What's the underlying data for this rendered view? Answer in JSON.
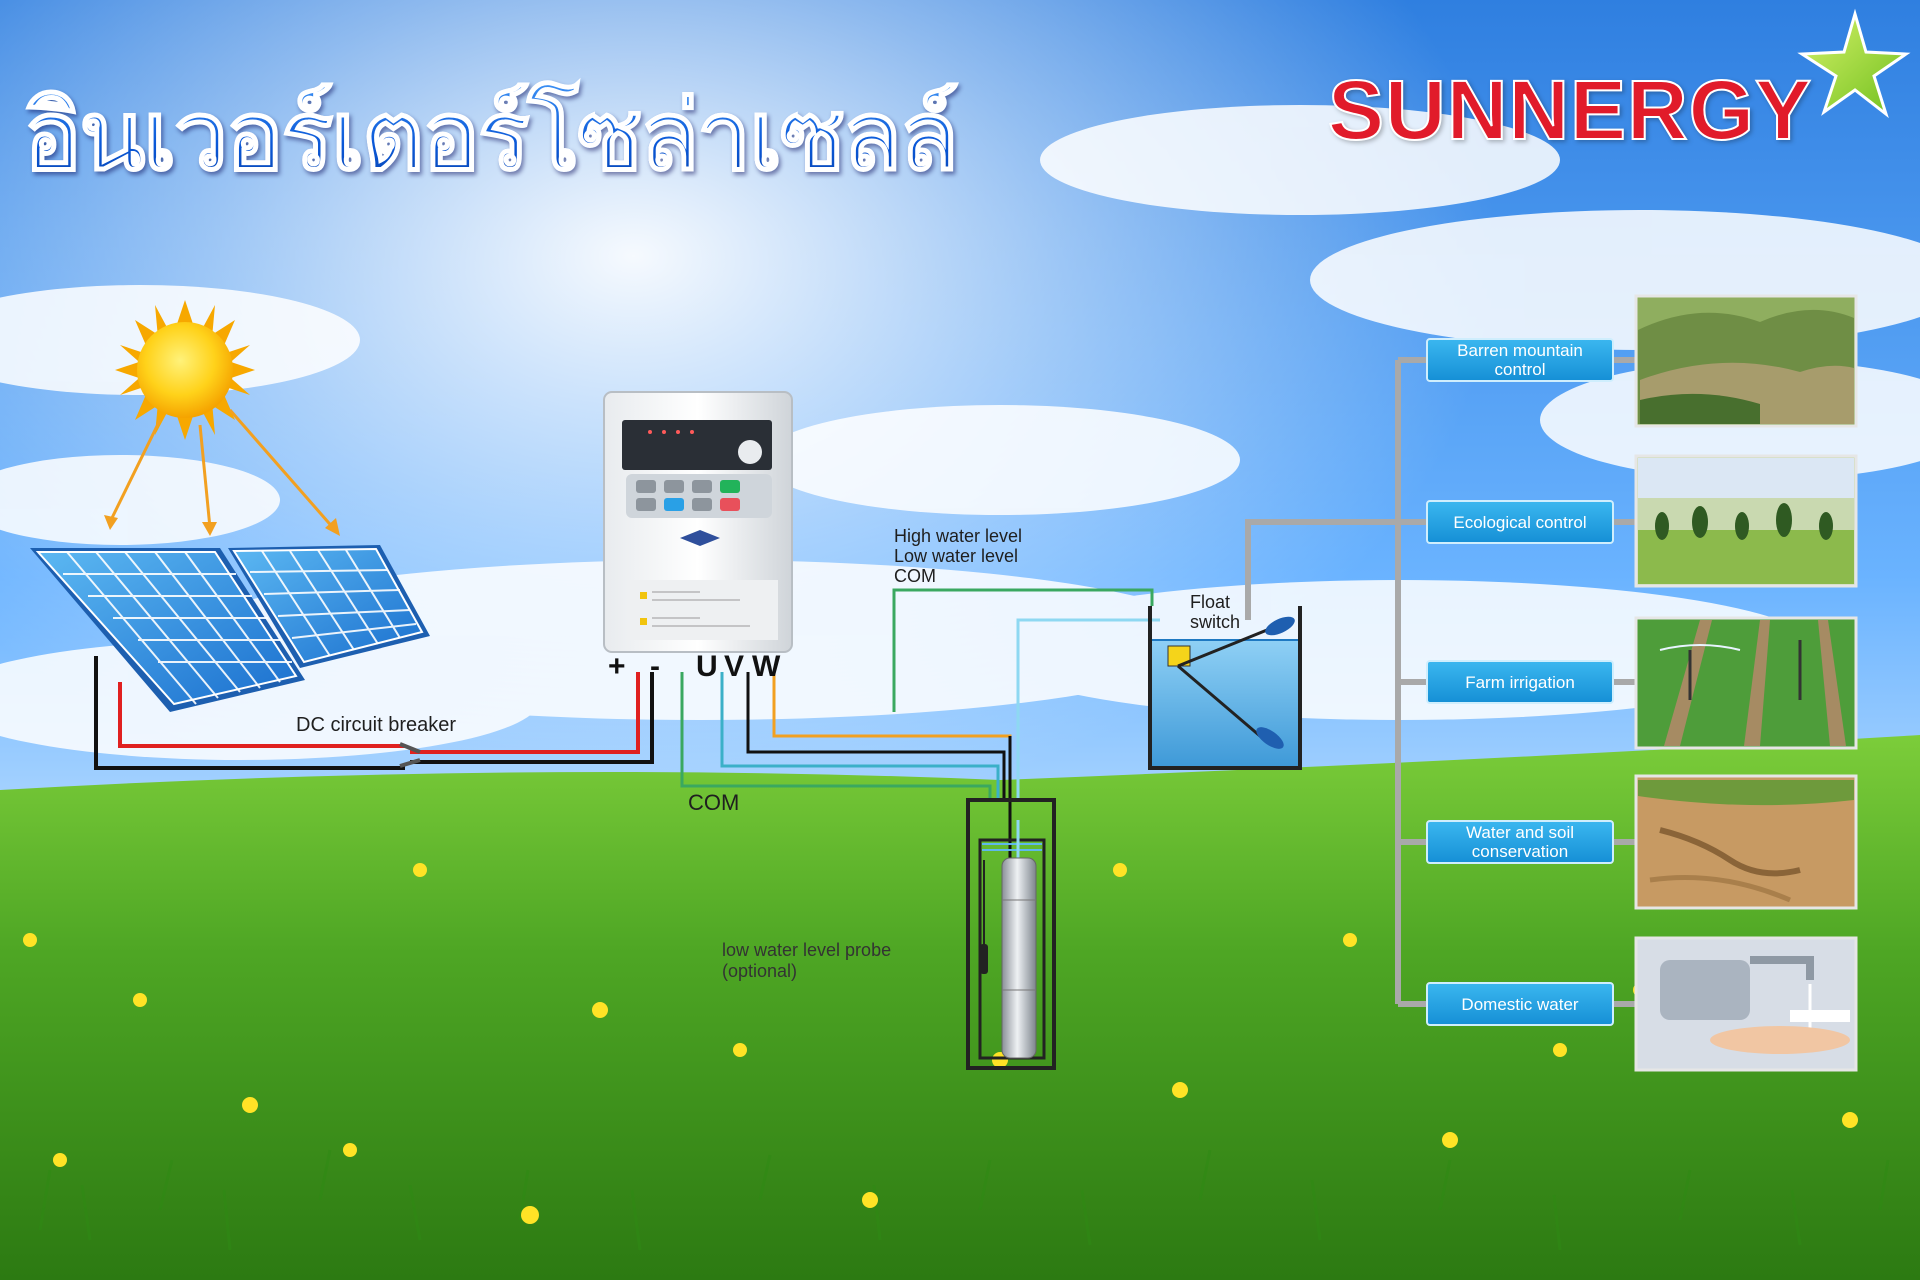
{
  "header": {
    "title": "อินเวอร์เตอร์โซล่าเซลล์",
    "brand": "SUNNERGY"
  },
  "labels": {
    "dc_breaker": "DC circuit breaker",
    "high_water": "High water level",
    "low_water": "Low water level",
    "com_top": "COM",
    "com_bottom": "COM",
    "float_line1": "Float",
    "float_line2": "switch",
    "probe_line1": "low water level probe",
    "probe_line2": "(optional)"
  },
  "terminals": {
    "plus": "+",
    "minus": "-",
    "u": "U",
    "v": "V",
    "w": "W"
  },
  "applications": [
    {
      "label": "Barren mountain control",
      "photo": "barren-mountain-photo"
    },
    {
      "label": "Ecological control",
      "photo": "ecological-photo"
    },
    {
      "label": "Farm irrigation",
      "photo": "farm-irrigation-photo"
    },
    {
      "label": "Water and soil conservation",
      "photo": "soil-conservation-photo"
    },
    {
      "label": "Domestic water",
      "photo": "domestic-water-photo"
    }
  ],
  "colors": {
    "brand_red": "#e11b2a",
    "title_blue": "#0a58d8",
    "app_box": "#1f9fe0",
    "wire_red": "#e02020",
    "wire_black": "#111111",
    "wire_green": "#3aa860",
    "wire_cyan": "#3bb0c8",
    "wire_orange": "#f2a020",
    "branch_gray": "#a9a9a9"
  }
}
